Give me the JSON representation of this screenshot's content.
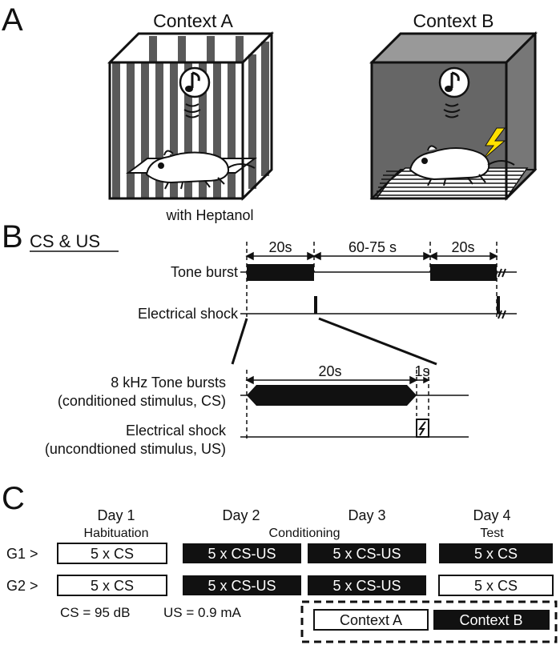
{
  "panels": {
    "a": "A",
    "b": "B",
    "c": "C"
  },
  "panel_a": {
    "context_a": "Context A",
    "context_b": "Context B",
    "heptanol": "with Heptanol"
  },
  "panel_b": {
    "title": "CS & US",
    "tone_burst": "Tone burst",
    "electrical_shock": "Electrical shock",
    "dur_cs_1": "20s",
    "dur_iti": "60-75 s",
    "dur_cs_2": "20s",
    "detail_tone_1": "8 kHz Tone bursts",
    "detail_tone_2": "(conditioned stimulus, CS)",
    "detail_shock_1": "Electrical shock",
    "detail_shock_2": "(uncondtioned stimulus, US)",
    "detail_dur_cs": "20s",
    "detail_dur_us": "1s"
  },
  "panel_c": {
    "days": [
      {
        "day": "Day 1",
        "phase": "Habituation"
      },
      {
        "day": "Day 2",
        "phase": ""
      },
      {
        "day": "Day 3",
        "phase": ""
      },
      {
        "day": "Day 4",
        "phase": "Test"
      }
    ],
    "conditioning": "Conditioning",
    "groups": [
      {
        "label": "G1 >",
        "cells": [
          "5 x CS",
          "5 x CS-US",
          "5 x CS-US",
          "5 x CS"
        ],
        "filled": [
          false,
          true,
          true,
          true
        ]
      },
      {
        "label": "G2 >",
        "cells": [
          "5 x CS",
          "5 x CS-US",
          "5 x CS-US",
          "5 x CS"
        ],
        "filled": [
          false,
          true,
          true,
          false
        ]
      }
    ],
    "cs_note": "CS = 95 dB",
    "us_note": "US = 0.9 mA",
    "context_a": "Context A",
    "context_b": "Context B"
  },
  "colors": {
    "ink": "#111111",
    "paper": "#ffffff",
    "stripe": "#5a5a5a",
    "box_b": "#666666",
    "bolt": "#ffe000"
  }
}
